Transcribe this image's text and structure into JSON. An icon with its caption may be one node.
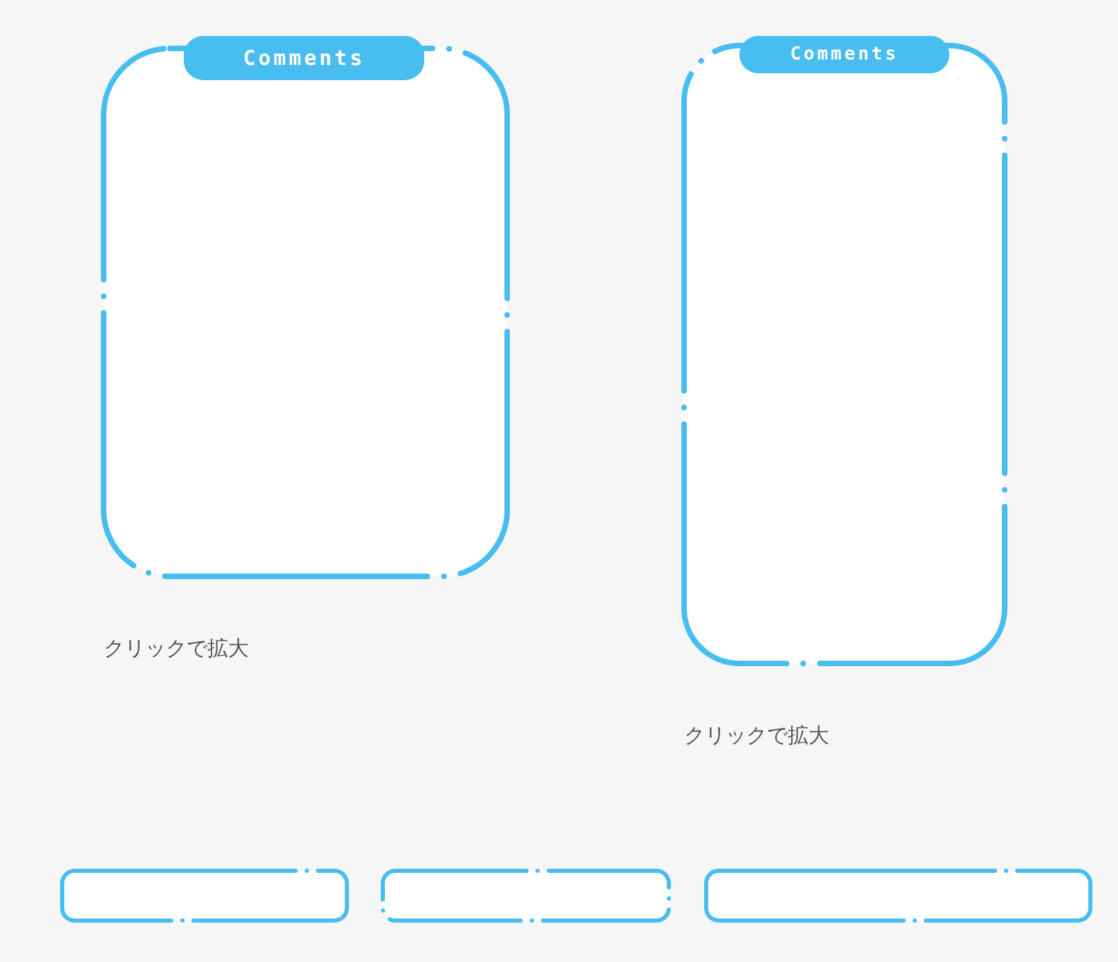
{
  "diagram": {
    "nodes": [
      {
        "text": [
          "Comments"
        ],
        "beside": [
          "クリックで拡大"
        ]
      },
      {
        "text": [
          "Comments"
        ],
        "beside": [
          "クリックで拡大"
        ]
      },
      {
        "text": [],
        "shape": "box"
      },
      {
        "text": [],
        "shape": "box"
      },
      {
        "text": [],
        "shape": "box"
      }
    ],
    "edges": []
  }
}
